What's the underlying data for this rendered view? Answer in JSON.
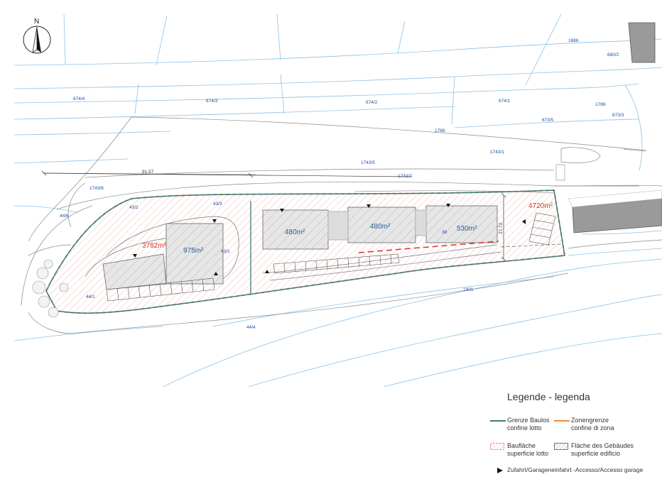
{
  "compass": {
    "label": "N"
  },
  "parcels": [
    {
      "id": "p1886",
      "text": "1886"
    },
    {
      "id": "p680_2",
      "text": "680/2"
    },
    {
      "id": "p674_4",
      "text": "674/4"
    },
    {
      "id": "p674_3",
      "text": "674/3"
    },
    {
      "id": "p674_2",
      "text": "674/2"
    },
    {
      "id": "p674_1",
      "text": "674/1"
    },
    {
      "id": "p1786",
      "text": "1786"
    },
    {
      "id": "p673_3",
      "text": "673/3"
    },
    {
      "id": "p673_5",
      "text": "673/5"
    },
    {
      "id": "p1788",
      "text": "1788"
    },
    {
      "id": "p1743_1",
      "text": "1743/1"
    },
    {
      "id": "p1743_5",
      "text": "1743/5"
    },
    {
      "id": "p1743_6",
      "text": "1743/6"
    },
    {
      "id": "p1743_7",
      "text": "1743/7"
    },
    {
      "id": "p44_6",
      "text": "44/6"
    },
    {
      "id": "p43_2",
      "text": "43/2"
    },
    {
      "id": "p43_3",
      "text": "43/3"
    },
    {
      "id": "p43_1",
      "text": "43/1"
    },
    {
      "id": "p44_1",
      "text": "44/1"
    },
    {
      "id": "p38",
      "text": "38"
    },
    {
      "id": "p1901",
      "text": "1901"
    },
    {
      "id": "p44_4",
      "text": "44/4"
    }
  ],
  "dimensions": {
    "length": "91.57",
    "width": "27.72"
  },
  "areas": {
    "lot_west": "3782m²",
    "lot_east": "4720m²",
    "building_west": "975m²",
    "building_1": "480m²",
    "building_2": "480m²",
    "building_3": "530m²"
  },
  "legend": {
    "title": "Legende - legenda",
    "items": [
      {
        "key": "boundary",
        "line1": "Grenze Baulos",
        "line2": "confine lotto",
        "color": "#3f7a7a"
      },
      {
        "key": "zone",
        "line1": "Zonengrenze",
        "line2": "confine di zona",
        "color": "#f08a3c"
      },
      {
        "key": "lot_area",
        "line1": "Baufläche",
        "line2": "superficie lotto",
        "color": "#e0301e"
      },
      {
        "key": "building_area",
        "line1": "Fläche des Gebäudes",
        "line2": "superficie edificio",
        "color": "#555555"
      },
      {
        "key": "access",
        "line1": "Zufahrt/Garageneinfahrt -Accesso/Accesso garage",
        "line2": ""
      }
    ]
  },
  "colors": {
    "parcel_line": "#7fb8e0",
    "boundary": "#3f7a7a",
    "zone": "#f08a3c",
    "lot_hatch": "#f2a6a0",
    "building_fill": "#e2e2e2",
    "existing_building": "#9a9a9a"
  }
}
